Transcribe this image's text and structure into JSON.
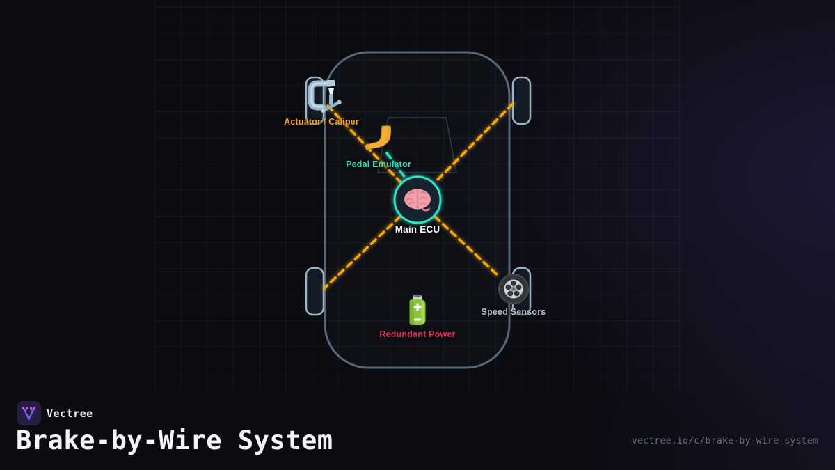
{
  "brand": {
    "name": "Vectree",
    "logo_icon": "vectree-branch-icon",
    "logo_bg": "#241f42",
    "logo_stroke": "#7c5ced",
    "logo_dots": "#cf54e8"
  },
  "footer": {
    "title": "Brake-by-Wire System",
    "url": "vectree.io/c/brake-by-wire-system"
  },
  "diagram": {
    "type": "schematic",
    "subject": "Top-down car chassis showing brake-by-wire components",
    "nodes": [
      {
        "id": "actuator",
        "label": "Actuator / Caliper",
        "icon": "clamp-icon",
        "color": "#f2a61e",
        "position": "front-left-wheel"
      },
      {
        "id": "pedal",
        "label": "Pedal Emulator",
        "icon": "foot-icon",
        "color": "#2ce0bd",
        "position": "cabin-front"
      },
      {
        "id": "ecu",
        "label": "Main ECU",
        "icon": "brain-icon",
        "color": "#f5f7fa",
        "position": "center"
      },
      {
        "id": "speed",
        "label": "Speed Sensors",
        "icon": "tire-icon",
        "color": "#b9bfcd",
        "position": "rear-right-wheel"
      },
      {
        "id": "power",
        "label": "Redundant Power",
        "icon": "battery-icon",
        "color": "#ee2a5e",
        "position": "rear-center"
      }
    ],
    "connections": [
      {
        "from": "front-left-wheel",
        "to": "ecu",
        "style": "dashed",
        "color": "#f6a70b"
      },
      {
        "from": "front-right-wheel",
        "to": "ecu",
        "style": "dashed",
        "color": "#f6a70b"
      },
      {
        "from": "rear-left-wheel",
        "to": "ecu",
        "style": "dashed",
        "color": "#f6a70b"
      },
      {
        "from": "rear-right-wheel",
        "to": "ecu",
        "style": "dashed",
        "color": "#f6a70b"
      },
      {
        "from": "pedal",
        "to": "ecu",
        "style": "dashed",
        "color": "#2ce0bd"
      }
    ],
    "accent_colors": {
      "wire": "#f6a70b",
      "pedal_wire": "#2ce0bd",
      "ecu_ring": "#2ee6c3",
      "car_outline": "#5d7082",
      "wheel_outline": "#a3bac9"
    }
  }
}
